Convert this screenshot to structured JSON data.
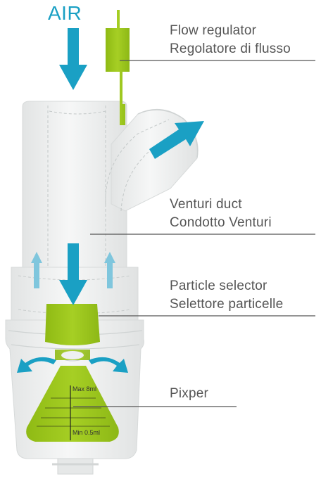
{
  "air_label": "AIR",
  "labels": {
    "flow_regulator": [
      "Flow regulator",
      "Regolatore di flusso"
    ],
    "venturi_duct": [
      "Venturi duct",
      "Condotto Venturi"
    ],
    "particle_selector": [
      "Particle selector",
      "Selettore particelle"
    ],
    "pixper": [
      "Pixper"
    ]
  },
  "scale": {
    "max": "Max 8ml",
    "min": "Min 0.5ml"
  },
  "colors": {
    "arrow": "#1aa0c4",
    "green": "#9bc51c",
    "body": "#eceeee",
    "leader": "#555555",
    "text": "#555555"
  }
}
